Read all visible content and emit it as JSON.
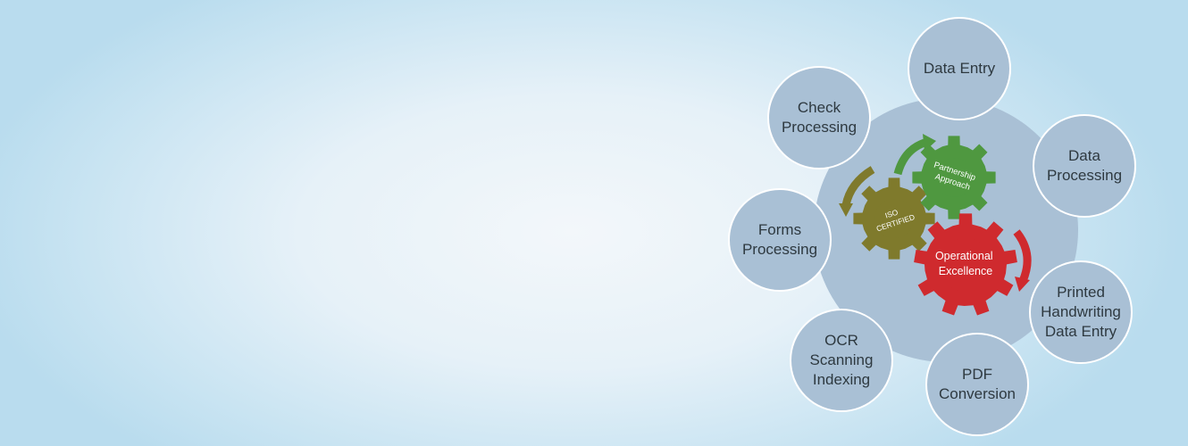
{
  "hub": {
    "gears": [
      {
        "id": "partnership",
        "lines": [
          "Partnership",
          "Approach"
        ],
        "color": "#4f9840"
      },
      {
        "id": "iso",
        "lines": [
          "ISO",
          "CERTIFIED"
        ],
        "color": "#7f7a2c"
      },
      {
        "id": "operational",
        "lines": [
          "Operational",
          "Excellence"
        ],
        "color": "#cf2a2e"
      }
    ]
  },
  "services": [
    {
      "id": "data-entry",
      "lines": [
        "Data Entry"
      ]
    },
    {
      "id": "data-processing",
      "lines": [
        "Data",
        "Processing"
      ]
    },
    {
      "id": "printed-handwriting",
      "lines": [
        "Printed",
        "Handwriting",
        "Data Entry"
      ]
    },
    {
      "id": "pdf-conversion",
      "lines": [
        "PDF",
        "Conversion"
      ]
    },
    {
      "id": "ocr-scanning",
      "lines": [
        "OCR",
        "Scanning",
        "Indexing"
      ]
    },
    {
      "id": "forms-processing",
      "lines": [
        "Forms",
        "Processing"
      ]
    },
    {
      "id": "check-processing",
      "lines": [
        "Check",
        "Processing"
      ]
    }
  ]
}
